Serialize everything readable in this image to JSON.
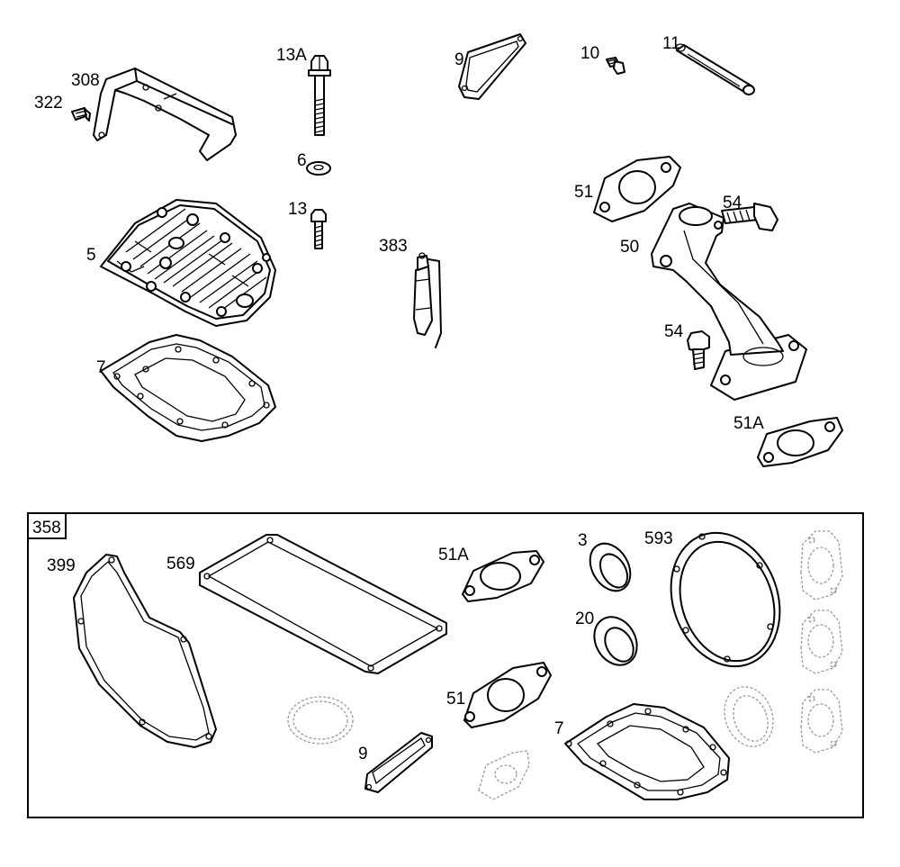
{
  "callouts": {
    "c322": "322",
    "c308": "308",
    "c13A": "13A",
    "c9a": "9",
    "c10": "10",
    "c11": "11",
    "c6": "6",
    "c13": "13",
    "c5": "5",
    "c383": "383",
    "c51a": "51",
    "c54a": "54",
    "c50": "50",
    "c54b": "54",
    "c7a": "7",
    "c51Aa": "51A",
    "c358": "358",
    "c399": "399",
    "c569": "569",
    "c51Ab": "51A",
    "c3": "3",
    "c593": "593",
    "c20": "20",
    "c51b": "51",
    "c9b": "9",
    "c7b": "7"
  }
}
